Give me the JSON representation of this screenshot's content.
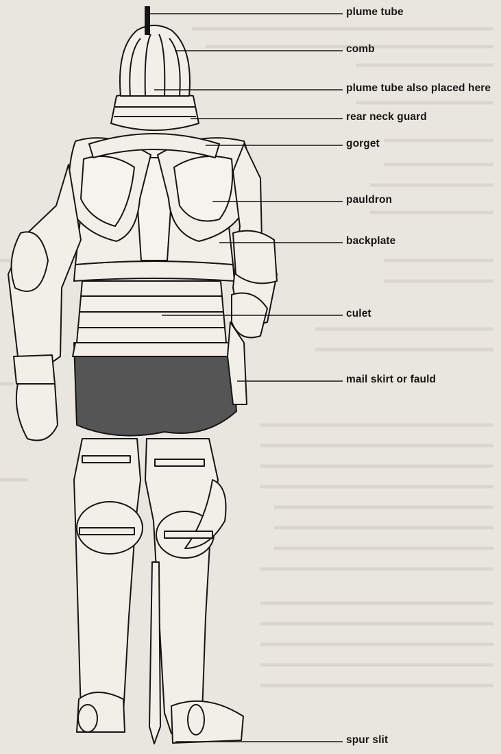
{
  "labels": {
    "plume_tube": "plume tube",
    "comb": "comb",
    "plume_tube_also": "plume tube also placed here",
    "rear_neck_guard": "rear neck guard",
    "gorget": "gorget",
    "pauldron": "pauldron",
    "backplate": "backplate",
    "culet": "culet",
    "mail_skirt": "mail skirt or fauld",
    "spur_slit": "spur slit"
  },
  "colors": {
    "paper": "#e9e6e0",
    "ink": "#151515"
  }
}
